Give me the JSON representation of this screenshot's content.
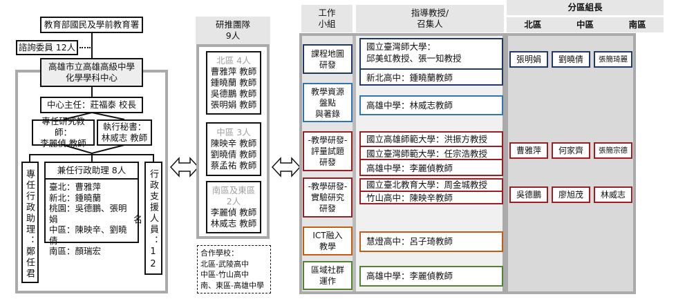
{
  "org": {
    "ministry": "教育部國民及學前教育署",
    "advisors": "諮詢委員 12人",
    "center": [
      "高雄市立高雄高級中學",
      "化學學科中心"
    ],
    "director": "中心主任：莊福泰 校長",
    "researcher": [
      "專任研究教師：",
      "李麗偵 教師"
    ],
    "secretary": [
      "執行秘書：",
      "林威志 教師"
    ],
    "full_assistant": "專任行政助理：鄭任君",
    "part_assistants": {
      "title": "兼任行政助理 8人",
      "rows": [
        "臺北：曹雅萍",
        "新北：鍾曉蘭",
        "桃園：吳德鵬、張明娟",
        "中區：陳映辛、劉曉倩",
        "南區：顏瑞宏"
      ]
    },
    "support": "行政支援人員：12名"
  },
  "team": {
    "title": [
      "研推團隊",
      "9人"
    ],
    "regions": [
      {
        "label": "北區 4人",
        "members": [
          "曹雅萍 教師",
          "鍾曉蘭 教師",
          "吳德鵬 教師",
          "張明娟 教師"
        ]
      },
      {
        "label": "中區 3人",
        "members": [
          "陳映辛 教師",
          "劉曉倩 教師",
          "蔡孟祐 教師"
        ]
      },
      {
        "label": "南區及東區",
        "label2": "2人",
        "members": [
          "李麗偵 教師",
          "林威志 教師"
        ]
      }
    ],
    "partners": [
      "合作學校：",
      "北區-武陵高中",
      "中區-竹山高中",
      "南、東區-高雄中學"
    ]
  },
  "headers": {
    "group": [
      "工作",
      "小組"
    ],
    "advisor": [
      "指導教授/",
      "召集人"
    ],
    "leaders": "分區組長",
    "regions": [
      "北區",
      "中區",
      "南區"
    ]
  },
  "groups": [
    {
      "name": [
        "課程地圖",
        "研發"
      ],
      "color": "#1f3864",
      "advisors": [
        "國立臺灣師大學：\n邱美虹教授、張一知教授",
        "新北高中：鍾曉蘭教師"
      ],
      "leaders": [
        "張明娟",
        "劉曉倩",
        "張簡琦麗"
      ]
    },
    {
      "name": [
        "教學資源",
        "盤點",
        "與著錄"
      ],
      "color": "#2e75b6",
      "advisors": [
        "高雄中學：林威志教師"
      ],
      "leaders": []
    },
    {
      "name": [
        "-教學研發-",
        "評量試題",
        "研發"
      ],
      "color": "#9b1c22",
      "advisors": [
        "國立高雄師範大學：洪振方教授",
        "國立臺灣師範大學：任宗浩教授",
        "高雄中學：李麗偵教師"
      ],
      "leaders": [
        "曹雅萍",
        "何家齊",
        "張簡宗德"
      ]
    },
    {
      "name": [
        "-教學研發-",
        "實驗研究",
        "研發"
      ],
      "color": "#9b1c22",
      "advisors": [
        "國立臺北教育大學：周金城教授",
        "竹山高中：陳映辛教師"
      ],
      "leaders": [
        "吳德鵬",
        "廖旭茂",
        "林威志"
      ]
    },
    {
      "name": [
        "ICT融入",
        "教學"
      ],
      "color": "#c55a11",
      "advisors": [
        "慧燈高中：呂子琦教師"
      ],
      "leaders": []
    },
    {
      "name": [
        "區域社群",
        "運作"
      ],
      "color": "#548235",
      "advisors": [
        "高雄中學：李麗偵教師"
      ],
      "leaders": []
    }
  ]
}
